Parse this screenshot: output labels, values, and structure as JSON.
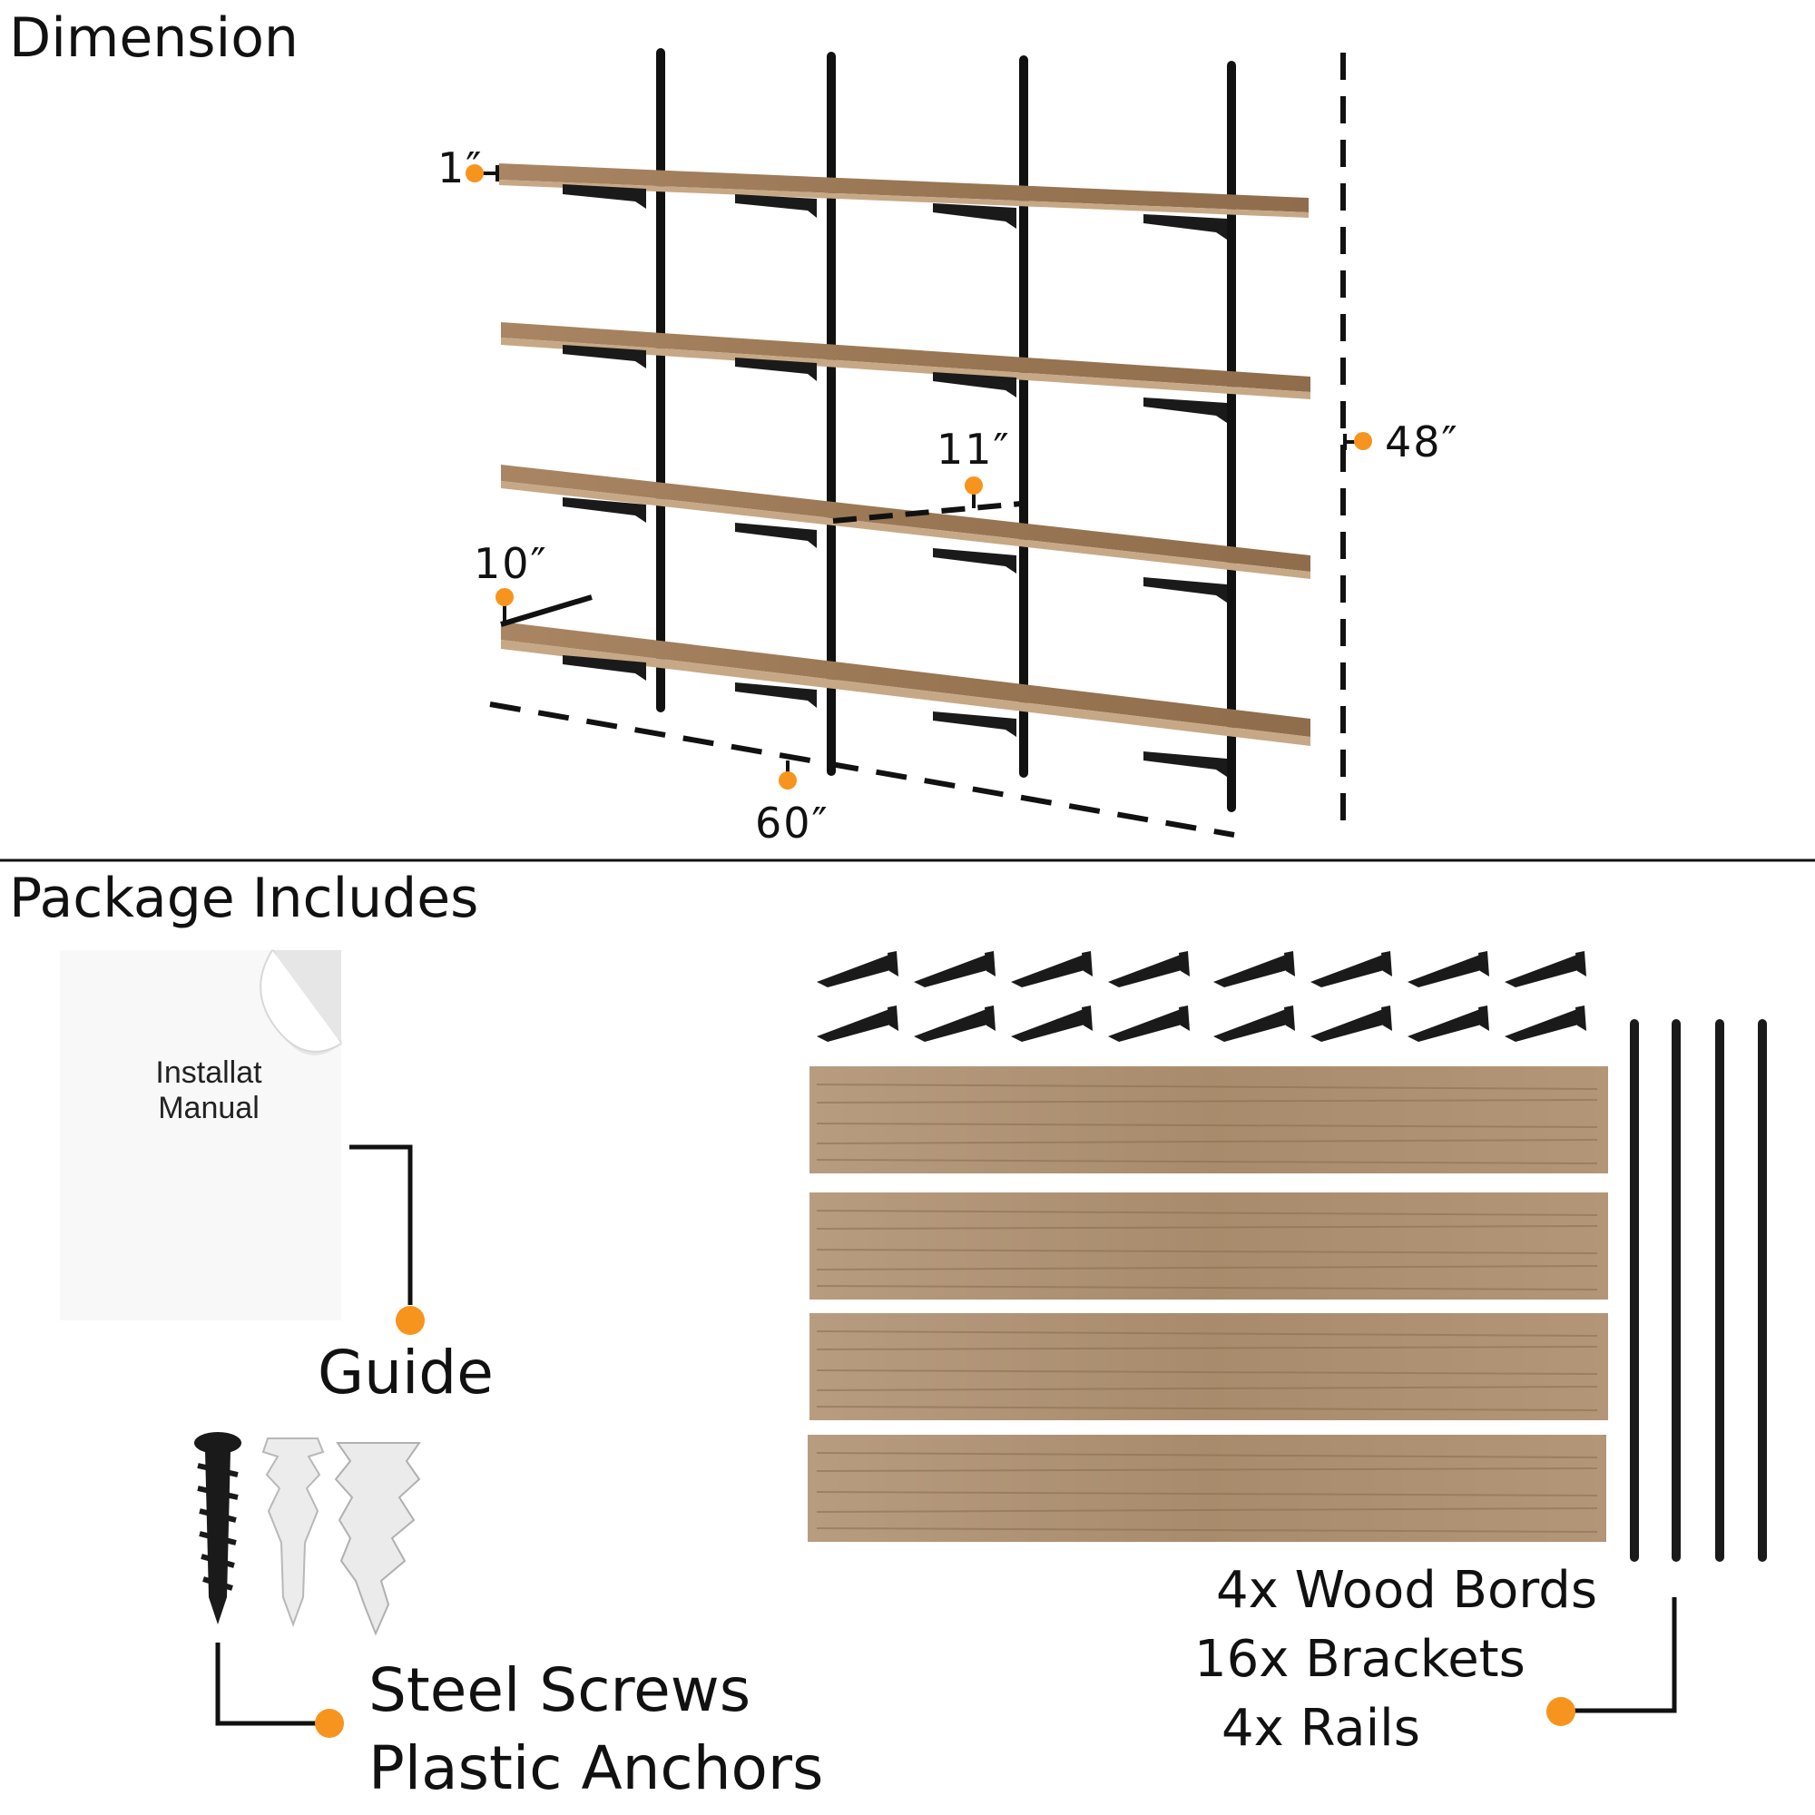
{
  "sections": {
    "dimension_title": "Dimension",
    "package_title": "Package Includes"
  },
  "dimensions": {
    "thickness": "1″",
    "height": "48″",
    "spacing": "11″",
    "depth": "10″",
    "width": "60″"
  },
  "manual": {
    "line1": "Installat",
    "line2": "Manual",
    "label": "Guide"
  },
  "hardware": {
    "line1": "Steel Screws",
    "line2": "Plastic Anchors"
  },
  "contents": [
    {
      "qty": "4x",
      "name": "Wood Bords"
    },
    {
      "qty": "16x",
      "name": "Brackets"
    },
    {
      "qty": "4x",
      "name": "Rails"
    }
  ],
  "colors": {
    "accent": "#F7941D",
    "wood": "#9C7A58",
    "metal": "#1a1a1a"
  }
}
